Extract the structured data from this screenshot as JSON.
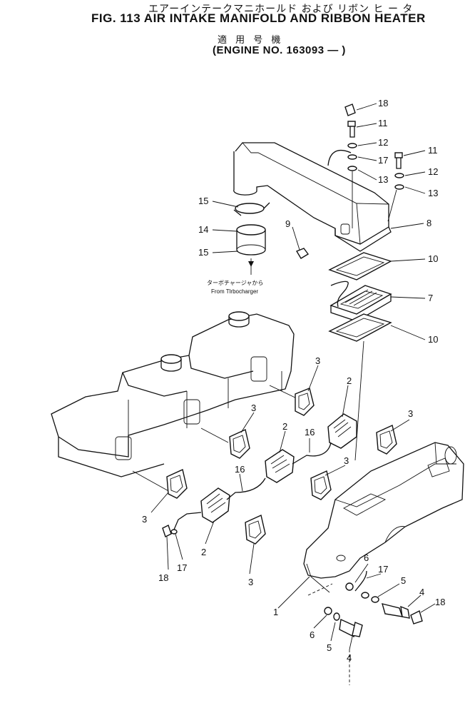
{
  "header": {
    "japanese_title": "エアーインテークマニホールド および リボン ヒ ー タ",
    "figure_title": "FIG. 113  AIR INTAKE MANIFOLD AND RIBBON HEATER",
    "applicability_japanese": "適 用 号 機",
    "applicability": "(ENGINE NO. 163093 — )"
  },
  "callouts": {
    "c18_top": "18",
    "c11_a": "11",
    "c12_a": "12",
    "c17_a": "17",
    "c13_a": "13",
    "c11_b": "11",
    "c12_b": "12",
    "c13_b": "13",
    "c8": "8",
    "c9": "9",
    "c15_a": "15",
    "c14": "14",
    "c15_b": "15",
    "c10_a": "10",
    "c7": "7",
    "c10_b": "10",
    "c3_a": "3",
    "c2_a": "2",
    "c3_b": "3",
    "c2_b": "2",
    "c16_a": "16",
    "c3_c": "3",
    "c16_b": "16",
    "c3_d": "3",
    "c3_e": "3",
    "c2_c": "2",
    "c3_f": "3",
    "c18_left": "18",
    "c17_left": "17",
    "c6_a": "6",
    "c17_b": "17",
    "c5_a": "5",
    "c4_a": "4",
    "c18_right": "18",
    "c1": "1",
    "c6_b": "6",
    "c5_b": "5",
    "c4_b": "4"
  },
  "turbo_note": {
    "japanese": "ターボチャージャから",
    "english": "From Tlrbocharger"
  }
}
